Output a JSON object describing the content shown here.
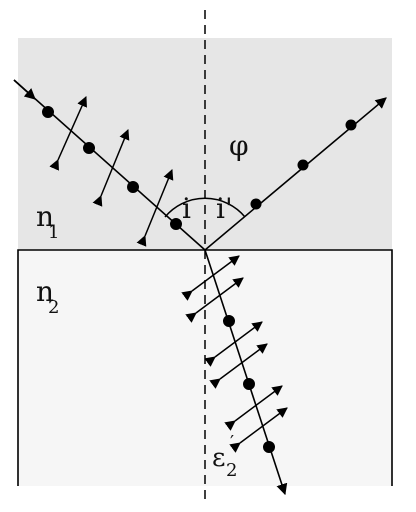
{
  "labels": {
    "medium_1": "n",
    "medium_1_sub": "1",
    "medium_2": "n",
    "medium_2_sub": "2",
    "angle_incidence": "i",
    "angle_reflection": "i'",
    "angle_phi": "φ",
    "refracted_field": "ε",
    "refracted_field_sub": "2",
    "refracted_field_prime": "′"
  },
  "colors": {
    "medium_1_fill": "#e6e6e6",
    "medium_2_fill": "#f6f6f6",
    "stroke": "#000000"
  }
}
